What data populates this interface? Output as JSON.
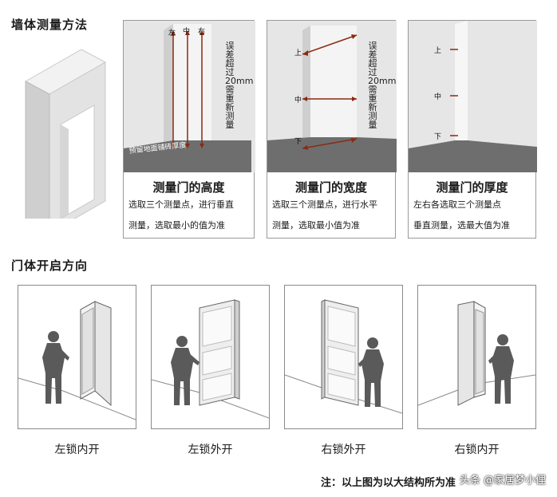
{
  "section1": {
    "title": "墙体测量方法"
  },
  "cards": [
    {
      "title": "测量门的高度",
      "desc1": "选取三个测量点，进行垂直",
      "desc2": "测量，选取最小的值为准",
      "labels": [
        "左",
        "中",
        "右"
      ],
      "side_note": "误差超过20mm需重新测量",
      "floor_note": "预留地面铺砖厚度"
    },
    {
      "title": "测量门的宽度",
      "desc1": "选取三个测量点，进行水平",
      "desc2": "测量，选取最小值为准",
      "labels": [
        "上",
        "中",
        "下"
      ],
      "side_note": "误差超过20mm需重新测量"
    },
    {
      "title": "测量门的厚度",
      "desc1": "左右各选取三个测量点",
      "desc2": "垂直测量，选最大值为准",
      "labels": [
        "上",
        "中",
        "下"
      ]
    }
  ],
  "section2": {
    "title": "门体开启方向"
  },
  "doors": [
    {
      "label": "左锁内开"
    },
    {
      "label": "左锁外开"
    },
    {
      "label": "右锁外开"
    },
    {
      "label": "右锁内开"
    }
  ],
  "note": "注：以上图为以大结构所为准",
  "watermark": "头条 @家居梦小俚",
  "colors": {
    "arrow": "#8b2a10",
    "floor": "#6e6e6e",
    "wall": "#dcdcdc"
  }
}
